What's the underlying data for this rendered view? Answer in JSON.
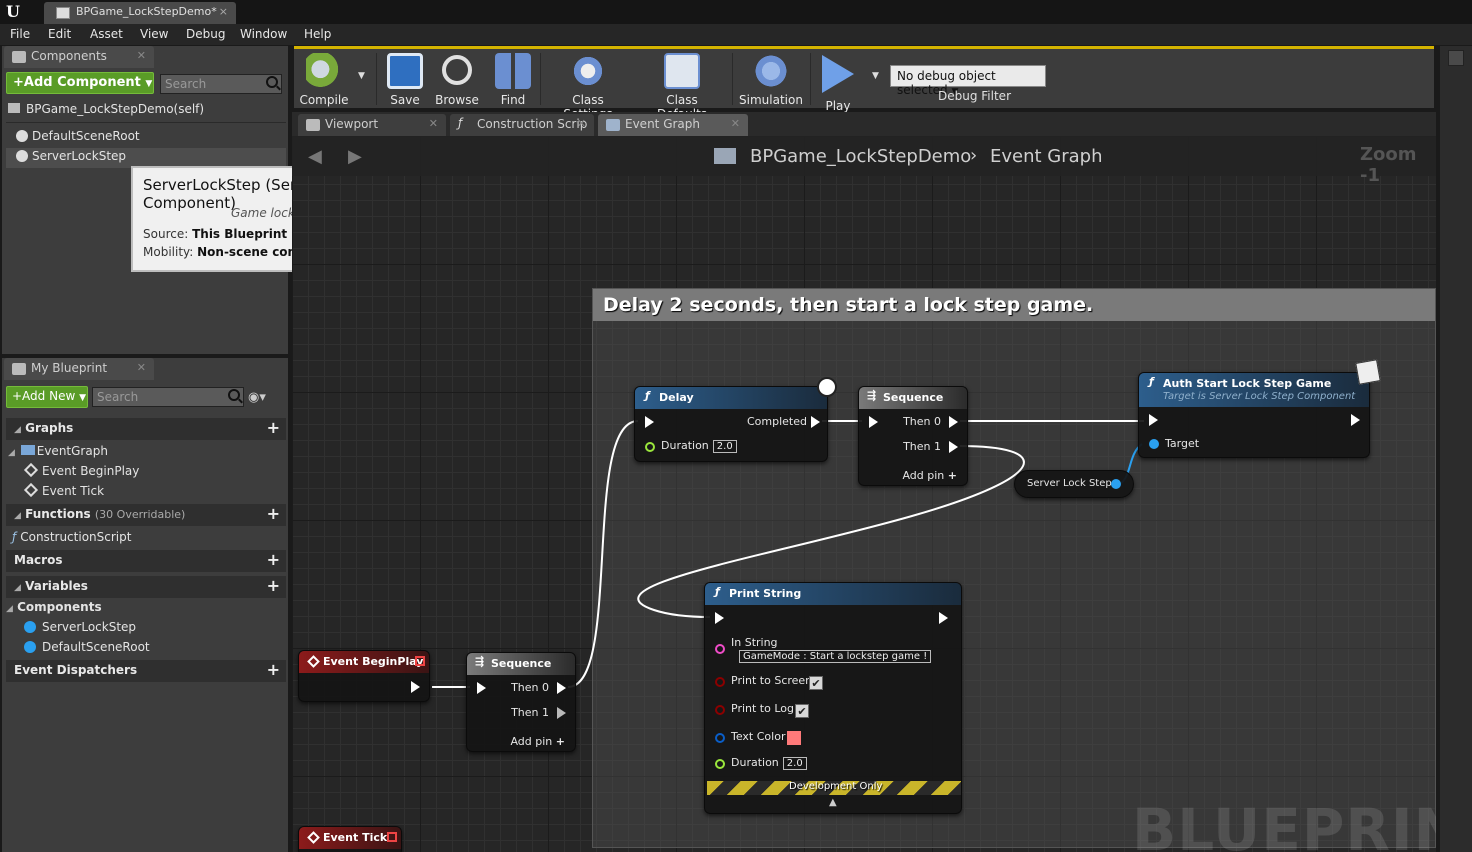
{
  "window": {
    "tab_title": "BPGame_LockStepDemo*",
    "logo": "U"
  },
  "menu": [
    "File",
    "Edit",
    "Asset",
    "View",
    "Debug",
    "Window",
    "Help"
  ],
  "components_panel": {
    "tab_label": "Components",
    "add_button": "+Add Component",
    "search_placeholder": "Search",
    "self_label": "BPGame_LockStepDemo(self)",
    "items": [
      "DefaultSceneRoot",
      "ServerLockStep"
    ]
  },
  "tooltip": {
    "title": "ServerLockStep (Server Lock Step Component)",
    "description": "Game lockstep component.",
    "source_label": "Source:",
    "source_value": "This Blueprint",
    "mobility_label": "Mobility:",
    "mobility_value": "Non-scene component"
  },
  "my_blueprint": {
    "tab_label": "My Blueprint",
    "add_button": "+Add New",
    "search_placeholder": "Search",
    "graphs_label": "Graphs",
    "event_graph": "EventGraph",
    "graph_items": [
      "Event BeginPlay",
      "Event Tick"
    ],
    "functions_label": "Functions",
    "functions_note": "(30 Overridable)",
    "function_items": [
      "ConstructionScript"
    ],
    "macros_label": "Macros",
    "variables_label": "Variables",
    "components_label": "Components",
    "component_items": [
      "ServerLockStep",
      "DefaultSceneRoot"
    ],
    "dispatchers_label": "Event Dispatchers"
  },
  "toolbar": {
    "buttons": [
      "Compile",
      "Save",
      "Browse",
      "Find",
      "Class Settings",
      "Class Defaults",
      "Simulation",
      "Play"
    ],
    "debug_select": "No debug object selected",
    "debug_filter": "Debug Filter"
  },
  "editor_tabs": [
    "Viewport",
    "Construction Scrip",
    "Event Graph"
  ],
  "graph": {
    "breadcrumb_root": "BPGame_LockStepDemo",
    "breadcrumb_current": "Event Graph",
    "zoom": "Zoom -1",
    "watermark": "BLUEPRINT",
    "comment": "Delay 2 seconds, then start a lock step game.",
    "nodes": {
      "delay": {
        "title": "Delay",
        "completed": "Completed",
        "duration": "Duration",
        "duration_value": "2.0"
      },
      "sequence_top": {
        "title": "Sequence",
        "then0": "Then 0",
        "then1": "Then 1",
        "add_pin": "Add pin"
      },
      "auth": {
        "title": "Auth Start Lock Step Game",
        "subtitle": "Target is Server Lock Step Component",
        "target": "Target"
      },
      "server_lock_step": {
        "label": "Server Lock Step"
      },
      "print_string": {
        "title": "Print String",
        "in_string": "In String",
        "in_string_value": "GameMode : Start a lockstep game !",
        "print_to_screen": "Print to Screen",
        "print_to_log": "Print to Log",
        "text_color": "Text Color",
        "duration": "Duration",
        "duration_value": "2.0",
        "dev_only": "Development Only"
      },
      "begin_play": {
        "title": "Event BeginPlay"
      },
      "sequence_bottom": {
        "title": "Sequence",
        "then0": "Then 0",
        "then1": "Then 1",
        "add_pin": "Add pin"
      },
      "event_tick": {
        "title": "Event Tick"
      }
    }
  },
  "colors": {
    "accent": "#d4b300",
    "exec": "#ffffff",
    "float_pin": "#9ae63c",
    "string_pin": "#f04cc8",
    "bool_pin": "#8c0000",
    "struct_pin": "#0a5ec8",
    "object_pin": "#2aa0f0",
    "text_color_swatch": "#ff7a7a"
  }
}
